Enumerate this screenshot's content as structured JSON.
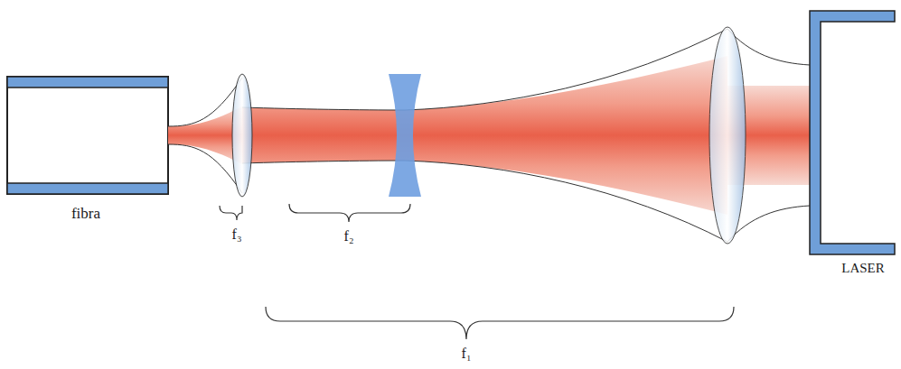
{
  "diagram": {
    "labels": [
      "fibra",
      "f₃",
      "f₂",
      "f₁",
      "LASER"
    ]
  }
}
